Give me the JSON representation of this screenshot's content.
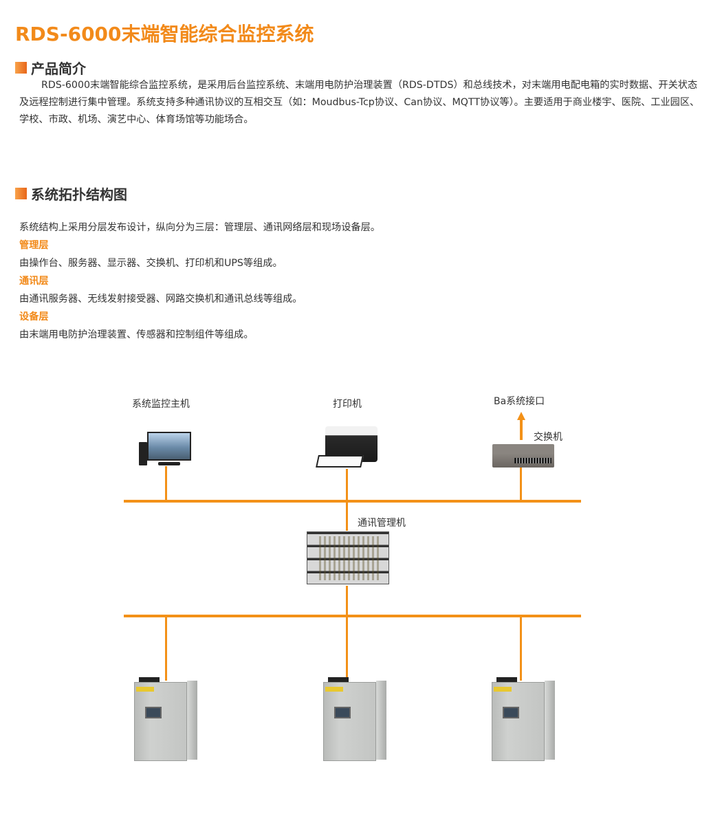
{
  "title": "RDS-6000末端智能综合监控系统",
  "intro": {
    "heading": "产品简介",
    "paragraph": "RDS-6000末端智能综合监控系统，是采用后台监控系统、末端用电防护治理装置（RDS-DTDS）和总线技术，对末端用电配电箱的实时数据、开关状态及远程控制进行集中管理。系统支持多种通讯协议的互相交互（如：Moudbus-Tcp协议、Can协议、MQTT协议等）。主要适用于商业楼宇、医院、工业园区、学校、市政、机场、演艺中心、体育场馆等功能场合。"
  },
  "topology": {
    "heading": "系统拓扑结构图",
    "summary": "系统结构上采用分层发布设计，纵向分为三层：管理层、通讯网络层和现场设备层。",
    "layers": [
      {
        "name": "管理层",
        "desc": "由操作台、服务器、显示器、交换机、打印机和UPS等组成。"
      },
      {
        "name": "通讯层",
        "desc": "由通讯服务器、无线发射接受器、网路交换机和通讯总线等组成。"
      },
      {
        "name": "设备层",
        "desc": "由末端用电防护治理装置、传感器和控制组件等组成。"
      }
    ]
  },
  "diagram": {
    "host": "系统监控主机",
    "printer": "打印机",
    "ba": "Ba系统接口",
    "switch": "交换机",
    "gateway": "通讯管理机"
  },
  "colors": {
    "accent": "#f39118"
  }
}
